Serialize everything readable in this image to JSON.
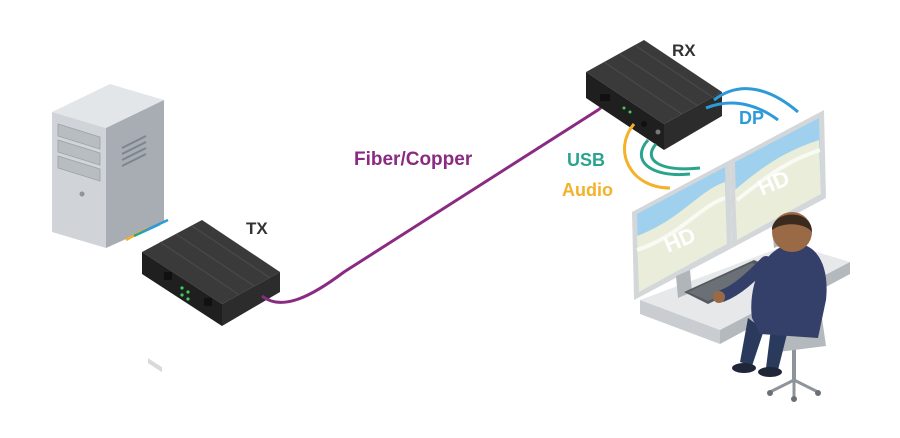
{
  "devices": {
    "tx_label": "TX",
    "rx_label": "RX",
    "screen_left_text": "HD",
    "screen_right_text": "HD"
  },
  "links": {
    "fiber_copper": "Fiber/Copper",
    "usb": "USB",
    "audio": "Audio",
    "dp": "DP"
  },
  "colors": {
    "fiber": "#8b2a82",
    "usb": "#2aa38f",
    "audio": "#f4b12a",
    "dp": "#2e9ad8",
    "device": "#2a2a2a",
    "tower": "#c9cdd2"
  }
}
